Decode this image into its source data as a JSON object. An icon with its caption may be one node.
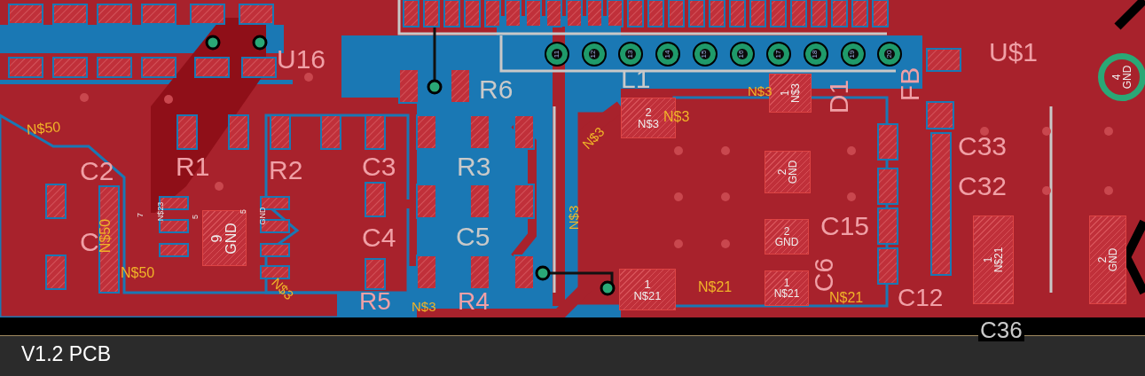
{
  "diagram": {
    "caption": "V1.2 PCB",
    "nodes": [
      {
        "text": [
          "11"
        ]
      },
      {
        "text": [
          "12"
        ]
      },
      {
        "text": [
          "13"
        ]
      },
      {
        "text": [
          "14"
        ]
      },
      {
        "text": [
          "15"
        ]
      },
      {
        "text": [
          "16"
        ]
      },
      {
        "text": [
          "17"
        ]
      },
      {
        "text": [
          "18"
        ]
      },
      {
        "text": [
          "19"
        ]
      },
      {
        "text": [
          "20"
        ]
      },
      {
        "text": [
          "2",
          "N$3"
        ]
      },
      {
        "text": [
          "1",
          "N$21"
        ]
      },
      {
        "text": [
          "1",
          "N$3"
        ]
      },
      {
        "text": [
          "2",
          "GND"
        ]
      },
      {
        "text": [
          "2",
          "GND"
        ]
      },
      {
        "text": [
          "1",
          "N$21"
        ]
      },
      {
        "text": [
          "1",
          "N$21"
        ]
      },
      {
        "text": [
          "2",
          "GND"
        ]
      },
      {
        "text": [
          "4",
          "GND"
        ]
      },
      {
        "text": [
          "9",
          "GND"
        ]
      }
    ],
    "labels": [
      "U16",
      "R6",
      "L1",
      "U$1",
      "D1",
      "FB",
      "N$3",
      "N$50",
      "N$3",
      "N$3",
      "R3",
      "C3",
      "R1",
      "R2",
      "C2",
      "C33",
      "C32",
      "C15",
      "C6",
      "7",
      "N$23",
      "5",
      "5",
      "GND",
      "N$3",
      "C4",
      "C5",
      "C",
      "N$50",
      "N$50",
      "N$3",
      "N$21",
      "N$21",
      "R5",
      "N$3",
      "R4",
      "C12",
      "C36"
    ]
  }
}
